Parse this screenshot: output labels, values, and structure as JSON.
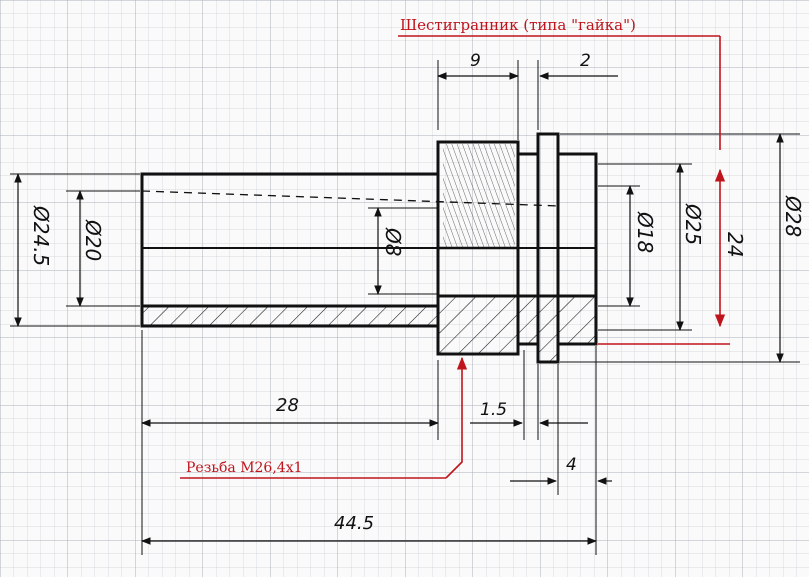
{
  "annotations": {
    "hex_note": "Шестигранник (типа \"гайка\")",
    "thread_note": "Резьба М26,4х1"
  },
  "dimensions": {
    "len_9": "9",
    "len_2": "2",
    "len_28": "28",
    "len_1_5": "1.5",
    "len_4": "4",
    "len_44_5": "44.5",
    "dia_24_5": "Ø24.5",
    "dia_20": "Ø20",
    "dia_8": "Ø8",
    "dia_18": "Ø18",
    "dia_25": "Ø25",
    "hex_24": "24",
    "dia_28": "Ø28"
  },
  "colors": {
    "paper": "#fafafa",
    "grid_minor": "#c9ced6",
    "grid_major": "#a9b0bb",
    "ink": "#111111",
    "annotation_red": "#c0141c"
  }
}
